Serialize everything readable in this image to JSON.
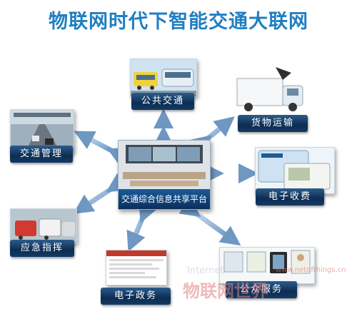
{
  "title": "物联网时代下智能交通大联网",
  "hub": {
    "label": "交通综合信息共享平台"
  },
  "nodes": {
    "public_transit": "公共交通",
    "freight": "货物运输",
    "traffic_management": "交通管理",
    "e_toll": "电子收费",
    "emergency": "应急指挥",
    "e_government": "电子政务",
    "public_service": "公众服务"
  },
  "watermark": {
    "latin": "Internet",
    "cn": "物联网世界",
    "url": "www.netofthings.cn"
  },
  "colors": {
    "title": "#1f7fc2",
    "label_bg": "#123a66",
    "arrow": "#7fa6cc"
  }
}
